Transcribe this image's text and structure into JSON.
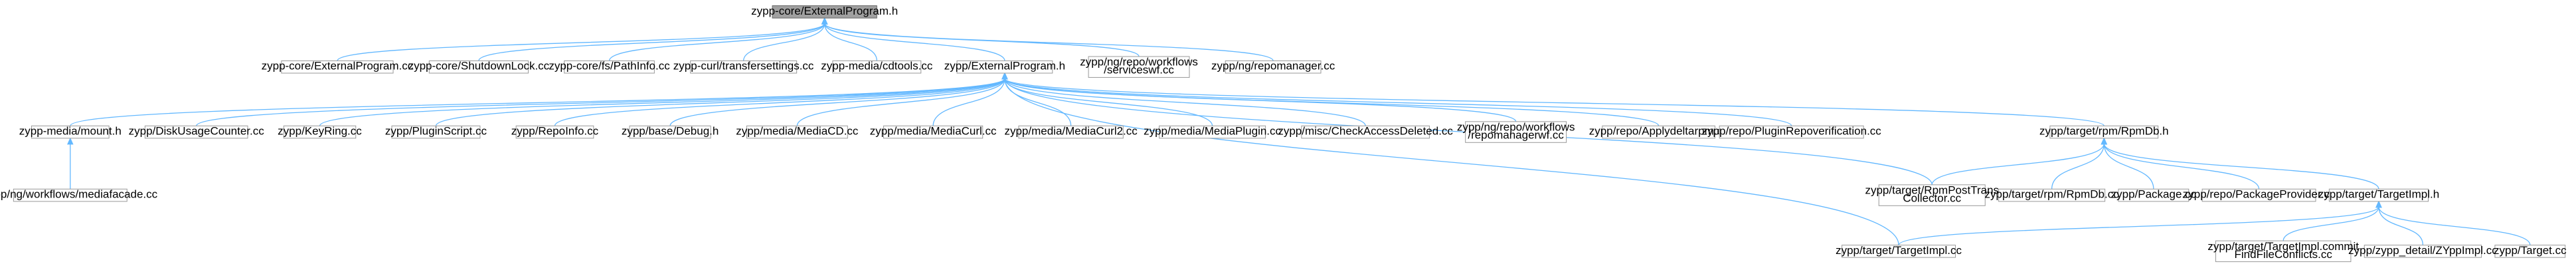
{
  "graph": {
    "colors": {
      "edge": "#63b8ff",
      "node_border": "#999999",
      "root_fill": "#a0a0a0",
      "root_border": "#666666"
    },
    "nodes": [
      {
        "id": "root",
        "lines": [
          "zypp-core/ExternalProgram.h"
        ],
        "root": true
      },
      {
        "id": "n_extprog_cc",
        "lines": [
          "zypp-core/ExternalProgram.cc"
        ]
      },
      {
        "id": "n_shutdownlock",
        "lines": [
          "zypp-core/ShutdownLock.cc"
        ]
      },
      {
        "id": "n_pathinfo",
        "lines": [
          "zypp-core/fs/PathInfo.cc"
        ]
      },
      {
        "id": "n_transfersettings",
        "lines": [
          "zypp-curl/transfersettings.cc"
        ]
      },
      {
        "id": "n_cdtools",
        "lines": [
          "zypp-media/cdtools.cc"
        ]
      },
      {
        "id": "n_zypp_extprog_h",
        "lines": [
          "zypp/ExternalProgram.h"
        ]
      },
      {
        "id": "n_servicewf",
        "lines": [
          "zypp/ng/repo/workflows",
          "/serviceswf.cc"
        ]
      },
      {
        "id": "n_repomanager",
        "lines": [
          "zypp/ng/repomanager.cc"
        ]
      },
      {
        "id": "n_mount_h",
        "lines": [
          "zypp-media/mount.h"
        ]
      },
      {
        "id": "n_diskusage",
        "lines": [
          "zypp/DiskUsageCounter.cc"
        ]
      },
      {
        "id": "n_keyring",
        "lines": [
          "zypp/KeyRing.cc"
        ]
      },
      {
        "id": "n_pluginscript",
        "lines": [
          "zypp/PluginScript.cc"
        ]
      },
      {
        "id": "n_repoinfo",
        "lines": [
          "zypp/RepoInfo.cc"
        ]
      },
      {
        "id": "n_debug_h",
        "lines": [
          "zypp/base/Debug.h"
        ]
      },
      {
        "id": "n_mediacd",
        "lines": [
          "zypp/media/MediaCD.cc"
        ]
      },
      {
        "id": "n_mediacurl",
        "lines": [
          "zypp/media/MediaCurl.cc"
        ]
      },
      {
        "id": "n_mediacurl2",
        "lines": [
          "zypp/media/MediaCurl2.cc"
        ]
      },
      {
        "id": "n_mediaplugin",
        "lines": [
          "zypp/media/MediaPlugin.cc"
        ]
      },
      {
        "id": "n_checkaccess",
        "lines": [
          "zypp/misc/CheckAccessDeleted.cc"
        ]
      },
      {
        "id": "n_repomanagerwf",
        "lines": [
          "zypp/ng/repo/workflows",
          "/repomanagerwf.cc"
        ]
      },
      {
        "id": "n_applydelta",
        "lines": [
          "zypp/repo/Applydeltarpm.cc"
        ]
      },
      {
        "id": "n_pluginrepover",
        "lines": [
          "zypp/repo/PluginRepoverification.cc"
        ]
      },
      {
        "id": "n_rpmdb_h",
        "lines": [
          "zypp/target/rpm/RpmDb.h"
        ]
      },
      {
        "id": "n_mediafacade",
        "lines": [
          "zypp/ng/workflows/mediafacade.cc"
        ]
      },
      {
        "id": "n_rpmposttrans",
        "lines": [
          "zypp/target/RpmPostTrans",
          "Collector.cc"
        ]
      },
      {
        "id": "n_rpmdb_cc",
        "lines": [
          "zypp/target/rpm/RpmDb.cc"
        ]
      },
      {
        "id": "n_package",
        "lines": [
          "zypp/Package.cc"
        ]
      },
      {
        "id": "n_pkgprovider",
        "lines": [
          "zypp/repo/PackageProvider.cc"
        ]
      },
      {
        "id": "n_targetimpl_h",
        "lines": [
          "zypp/target/TargetImpl.h"
        ]
      },
      {
        "id": "n_targetimpl_cc",
        "lines": [
          "zypp/target/TargetImpl.cc"
        ]
      },
      {
        "id": "n_commitfind",
        "lines": [
          "zypp/target/TargetImpl.commit",
          "FindFileConflicts.cc"
        ]
      },
      {
        "id": "n_zyppimpl",
        "lines": [
          "zypp/zypp_detail/ZYppImpl.cc"
        ]
      },
      {
        "id": "n_target_cc",
        "lines": [
          "zypp/Target.cc"
        ]
      }
    ],
    "edges": [
      [
        "n_extprog_cc",
        "root"
      ],
      [
        "n_shutdownlock",
        "root"
      ],
      [
        "n_pathinfo",
        "root"
      ],
      [
        "n_transfersettings",
        "root"
      ],
      [
        "n_cdtools",
        "root"
      ],
      [
        "n_zypp_extprog_h",
        "root"
      ],
      [
        "n_servicewf",
        "root"
      ],
      [
        "n_repomanager",
        "root"
      ],
      [
        "n_mount_h",
        "n_zypp_extprog_h"
      ],
      [
        "n_diskusage",
        "n_zypp_extprog_h"
      ],
      [
        "n_keyring",
        "n_zypp_extprog_h"
      ],
      [
        "n_pluginscript",
        "n_zypp_extprog_h"
      ],
      [
        "n_repoinfo",
        "n_zypp_extprog_h"
      ],
      [
        "n_debug_h",
        "n_zypp_extprog_h"
      ],
      [
        "n_mediacd",
        "n_zypp_extprog_h"
      ],
      [
        "n_mediacurl",
        "n_zypp_extprog_h"
      ],
      [
        "n_mediacurl2",
        "n_zypp_extprog_h"
      ],
      [
        "n_mediaplugin",
        "n_zypp_extprog_h"
      ],
      [
        "n_checkaccess",
        "n_zypp_extprog_h"
      ],
      [
        "n_repomanagerwf",
        "n_zypp_extprog_h"
      ],
      [
        "n_applydelta",
        "n_zypp_extprog_h"
      ],
      [
        "n_pluginrepover",
        "n_zypp_extprog_h"
      ],
      [
        "n_rpmdb_h",
        "n_zypp_extprog_h"
      ],
      [
        "n_rpmposttrans",
        "n_zypp_extprog_h"
      ],
      [
        "n_targetimpl_cc",
        "n_zypp_extprog_h"
      ],
      [
        "n_mediafacade",
        "n_mount_h"
      ],
      [
        "n_rpmposttrans",
        "n_rpmdb_h"
      ],
      [
        "n_rpmdb_cc",
        "n_rpmdb_h"
      ],
      [
        "n_package",
        "n_rpmdb_h"
      ],
      [
        "n_pkgprovider",
        "n_rpmdb_h"
      ],
      [
        "n_targetimpl_h",
        "n_rpmdb_h"
      ],
      [
        "n_targetimpl_cc",
        "n_targetimpl_h"
      ],
      [
        "n_commitfind",
        "n_targetimpl_h"
      ],
      [
        "n_zyppimpl",
        "n_targetimpl_h"
      ],
      [
        "n_target_cc",
        "n_targetimpl_h"
      ]
    ]
  }
}
